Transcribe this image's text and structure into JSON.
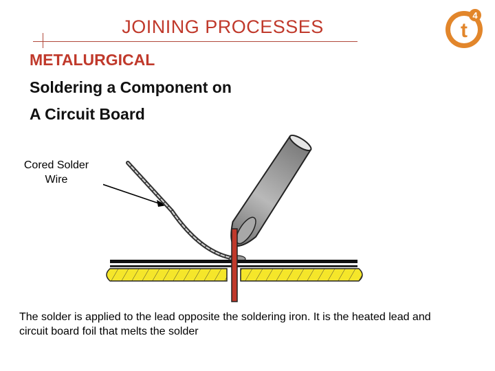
{
  "header": {
    "title": "JOINING PROCESSES",
    "logo_letter": "t",
    "logo_superscript": "4"
  },
  "content": {
    "category": "METALURGICAL",
    "line1": "Soldering a Component on",
    "line2": "A Circuit Board"
  },
  "diagram": {
    "callout_line1": "Cored Solder",
    "callout_line2": "Wire"
  },
  "caption": "The solder is applied to the lead opposite the soldering iron.  It is the heated lead and circuit board foil that melts the solder",
  "colors": {
    "accent": "#c0392b",
    "logo": "#e2862b",
    "foil": "#f5e62a",
    "iron": "#8d8d8d",
    "lead": "#c0392b"
  }
}
